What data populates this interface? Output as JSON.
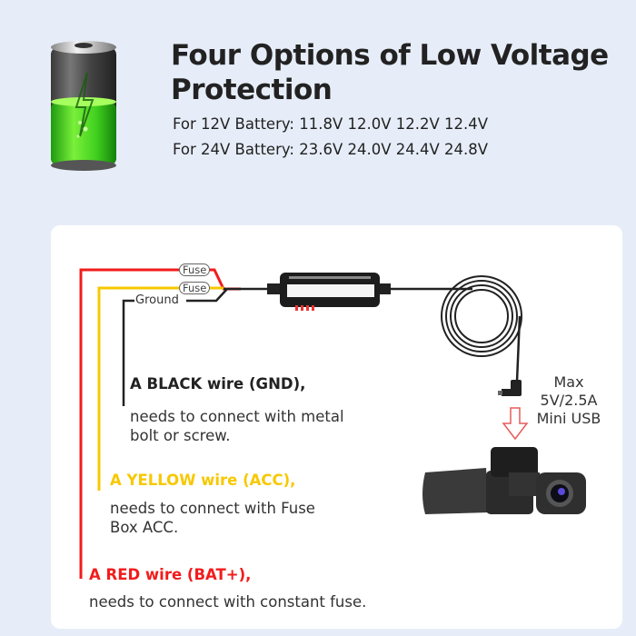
{
  "header": {
    "title_line1": "Four Options of Low Voltage",
    "title_line2": "Protection",
    "spec_12v": "For 12V Battery: 11.8V 12.0V 12.2V 12.4V",
    "spec_24v": "For 24V Battery: 23.6V 24.0V 24.4V  24.8V",
    "icon": "battery-charging-icon"
  },
  "diagram": {
    "fuse_label_1": "Fuse",
    "fuse_label_2": "Fuse",
    "ground_label": "Ground",
    "usb": {
      "line1": "Max",
      "line2": "5V/2.5A",
      "line3": "Mini USB"
    },
    "colors": {
      "red": "#f21c1c",
      "yellow": "#f7c800",
      "black": "#222222",
      "arrow": "#e85a5a"
    }
  },
  "wires": [
    {
      "heading": "A BLACK wire (GND),",
      "desc_line1": "needs to connect with metal",
      "desc_line2": "bolt or screw."
    },
    {
      "heading": "A YELLOW wire (ACC),",
      "desc_line1": "needs to connect with Fuse",
      "desc_line2": "Box ACC."
    },
    {
      "heading": "A RED wire (BAT+),",
      "desc_line1": "needs to connect with constant fuse."
    }
  ]
}
